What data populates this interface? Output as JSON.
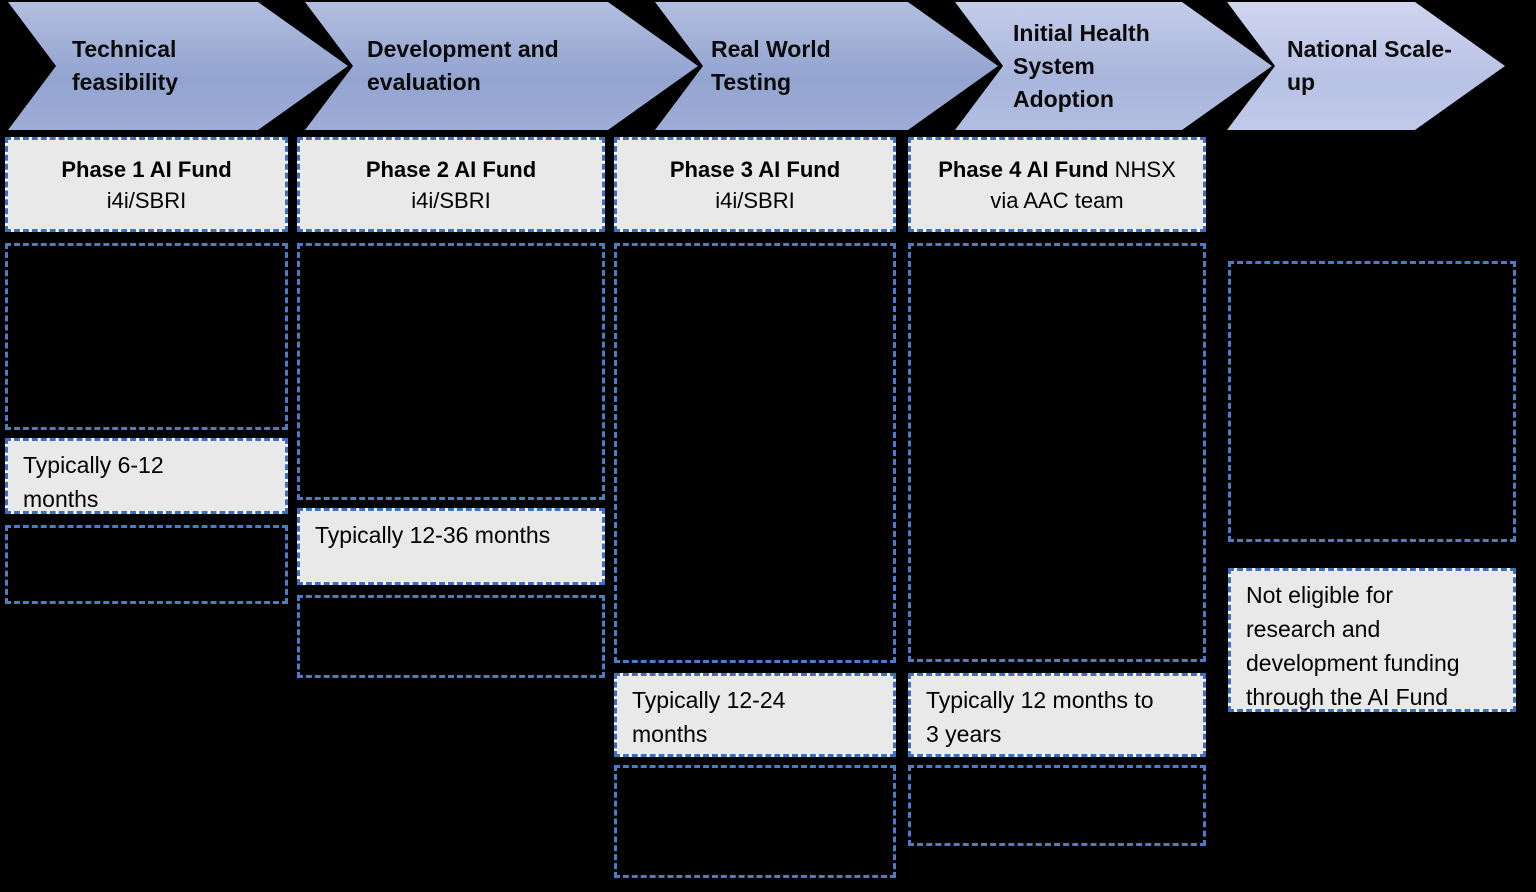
{
  "colors": {
    "background": "#000000",
    "box_fill": "#e9e9e9",
    "dash_border_blue": "#3f6fbf",
    "chevron_blue_dark": "#93a4d0",
    "chevron_blue_medium": "#a9b5dc",
    "chevron_blue_light": "#b8c2e5",
    "text": "#0a0a0a"
  },
  "stages": [
    {
      "label": "Technical\nfeasibility"
    },
    {
      "label": "Development and\nevaluation"
    },
    {
      "label": "Real World\nTesting"
    },
    {
      "label": "Initial Health\nSystem\nAdoption"
    },
    {
      "label": "National Scale-\nup"
    }
  ],
  "phases": [
    {
      "title": "Phase 1 AI Fund",
      "title_suffix": "",
      "subtitle": "i4i/SBRI"
    },
    {
      "title": "Phase 2 AI Fund",
      "title_suffix": "",
      "subtitle": "i4i/SBRI"
    },
    {
      "title": "Phase 3 AI Fund",
      "title_suffix": "",
      "subtitle": "i4i/SBRI"
    },
    {
      "title": "Phase 4 AI Fund",
      "title_suffix": " NHSX",
      "subtitle": "via AAC team"
    }
  ],
  "durations": [
    {
      "text": "Typically 6-12\nmonths"
    },
    {
      "text": "Typically 12-36 months"
    },
    {
      "text": "Typically 12-24\nmonths"
    },
    {
      "text": "Typically 12 months to\n3 years"
    }
  ],
  "note": {
    "text": "Not eligible for\nresearch and\ndevelopment funding\nthrough the AI Fund"
  }
}
